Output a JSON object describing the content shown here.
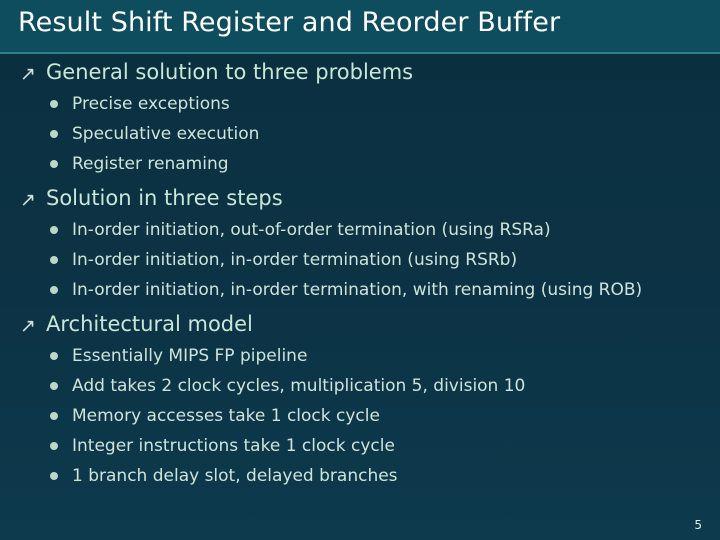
{
  "slide": {
    "title": "Result Shift Register and Reorder Buffer",
    "page_number": "5",
    "accent_color": "#0e4d5e",
    "text_color": "#cfe4d9",
    "title_color": "#ffffff",
    "sections": [
      {
        "heading": "General solution to three problems",
        "items": [
          "Precise exceptions",
          "Speculative execution",
          "Register renaming"
        ]
      },
      {
        "heading": "Solution in three steps",
        "items": [
          "In-order initiation, out-of-order termination (using RSRa)",
          "In-order initiation, in-order termination (using RSRb)",
          "In-order initiation, in-order termination, with renaming (using ROB)"
        ]
      },
      {
        "heading": "Architectural model",
        "items": [
          "Essentially MIPS FP pipeline",
          "Add takes 2 clock cycles, multiplication 5, division 10",
          "Memory accesses take 1 clock cycle",
          "Integer instructions take 1 clock cycle",
          "1 branch delay slot, delayed branches"
        ]
      }
    ],
    "bullet_level1_glyph": "↖"
  }
}
